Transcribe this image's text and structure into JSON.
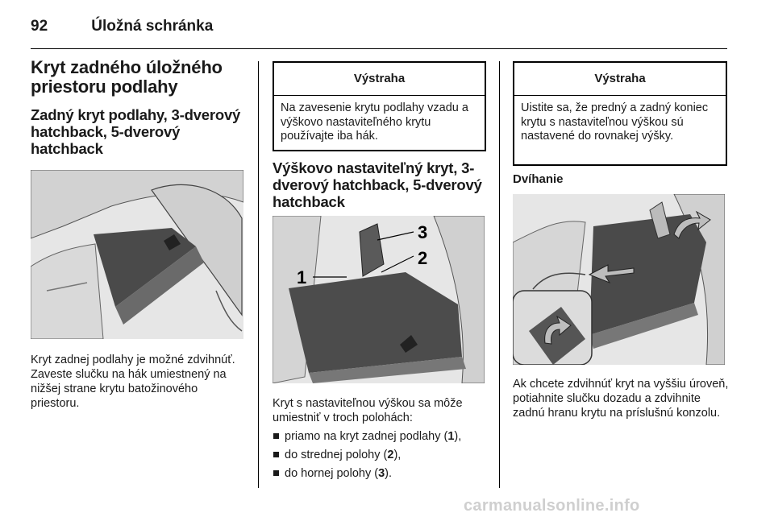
{
  "header": {
    "page_number": "92",
    "section_title": "Úložná schránka"
  },
  "col1": {
    "title": "Kryt zadného úložného priestoru podlahy",
    "subtitle": "Zadný kryt podlahy, 3-dverový hatchback, 5-dverový hatchback",
    "paragraph": "Kryt zadnej podlahy je možné zdvihnúť. Zaveste slučku na hák umiestnený na nižšej strane krytu batožinového priestoru."
  },
  "col2": {
    "warning": {
      "title": "Výstraha",
      "body": "Na zavesenie krytu podlahy vzadu a výškovo nastaviteľného krytu používajte iba hák."
    },
    "subtitle": "Výškovo nastaviteľný kryt, 3-dverový hatchback, 5-dverový hatchback",
    "callouts": [
      "1",
      "2",
      "3"
    ],
    "intro": "Kryt s nastaviteľnou výškou sa môže umiestniť v troch polohách:",
    "bullets": [
      {
        "text": "priamo na kryt zadnej podlahy (",
        "num": "1",
        "end": "),",
        "num_bold": true
      },
      {
        "text": "do strednej polohy (",
        "num": "2",
        "end": "),",
        "num_bold": true
      },
      {
        "text": "do hornej polohy (",
        "num": "3",
        "end": ").",
        "num_bold": true
      }
    ]
  },
  "col3": {
    "warning": {
      "title": "Výstraha",
      "body": "Uistite sa, že predný a zadný koniec krytu s nastaviteľnou výškou sú nastavené do rovnakej výšky."
    },
    "subheading": "Dvíhanie",
    "paragraph": "Ak chcete zdvihnúť kryt na vyššiu úroveň, potiahnite slučku dozadu a zdvihnite zadnú hranu krytu na príslušnú konzolu."
  },
  "watermark": "carmanualsonline.info"
}
